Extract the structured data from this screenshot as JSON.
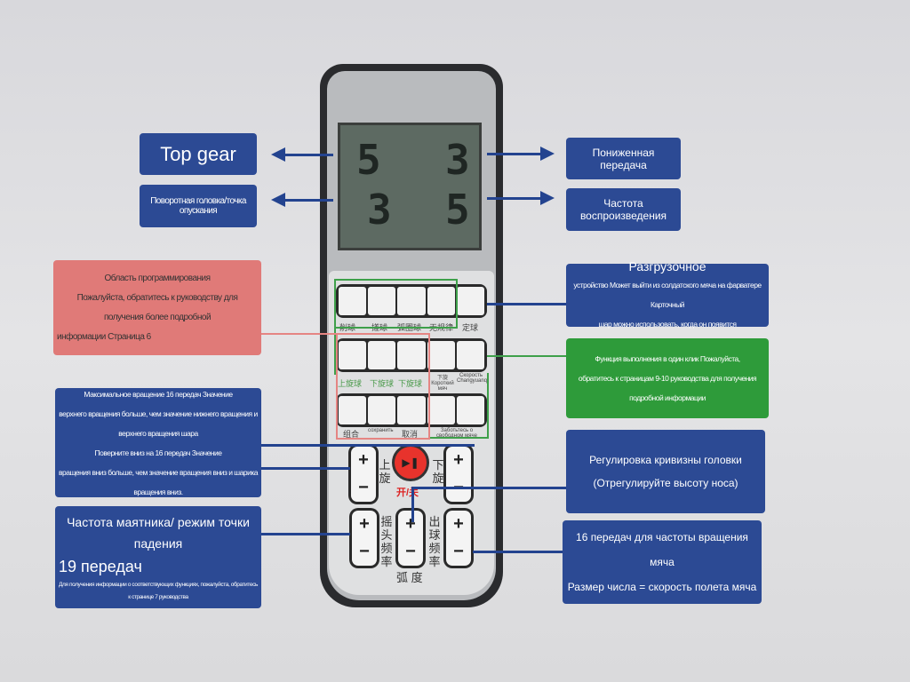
{
  "lcd": {
    "top_left": "5",
    "top_right": "3",
    "bottom_left": "3",
    "bottom_right": "5"
  },
  "left_labels": {
    "top_gear": "Top gear",
    "swivel": "Поворотная головка/точка опускания"
  },
  "right_labels": {
    "low_gear": "Пониженная передача",
    "frequency": "Частота воспроизведения"
  },
  "programming": {
    "title": "Область программирования",
    "line1": "Пожалуйста, обратитесь к руководству для получения более подробной",
    "line2": "информации Страница 6"
  },
  "spin": {
    "line1": "Максимальное вращение 16 передач Значение",
    "line2": "верхнего вращения больше, чем значение нижнего вращения и верхнего вращения шара",
    "line3": "Поверните вниз на 16 передач Значение",
    "line4": "вращения вниз больше, чем значение вращения вниз и шарика вращения вниз."
  },
  "pendulum": {
    "line1": "Частота маятника/ режим точки падения",
    "line2": "19 передач",
    "line3": "Для получения информации о соответствующих функциях, пожалуйста, обратитесь к странице 7 руководства"
  },
  "unload": {
    "title": "Разгрузочное",
    "line1": "устройство Может выйти из солдатского мяча на фарватере Карточный",
    "line2": "шар можно использовать, когда он появится"
  },
  "oneclick": {
    "line1": "Функция выполнения в один клик Пожалуйста,",
    "line2": "обратитесь к страницам 9-10 руководства для получения подробной информации"
  },
  "curvature": {
    "line1": "Регулировка кривизны головки",
    "line2": "(Отрегулируйте высоту носа)"
  },
  "speed": {
    "line1": "16 передач для частоты вращения мяча",
    "line2": "Размер числа = скорость полета мяча"
  },
  "remote": {
    "row1_labels": [
      "削球",
      "搓球",
      "弧圈球",
      "无规律",
      "定球"
    ],
    "row2_labels": [
      "上旋球",
      "下旋球",
      "下旋球",
      "下旋 Короткий мяч",
      "Скорость Changyuanqi"
    ],
    "row3_labels": [
      "组合",
      "сохранить",
      "取消",
      "Заботьтесь о свободном мяче"
    ],
    "top_spin": "上旋",
    "back_spin": "下旋",
    "power": "开/关",
    "oscillation": "摇头频率",
    "ball_freq": "出球频率",
    "arc": "弧 度",
    "plus": "+",
    "minus": "−",
    "play_pause": "▶❚"
  }
}
